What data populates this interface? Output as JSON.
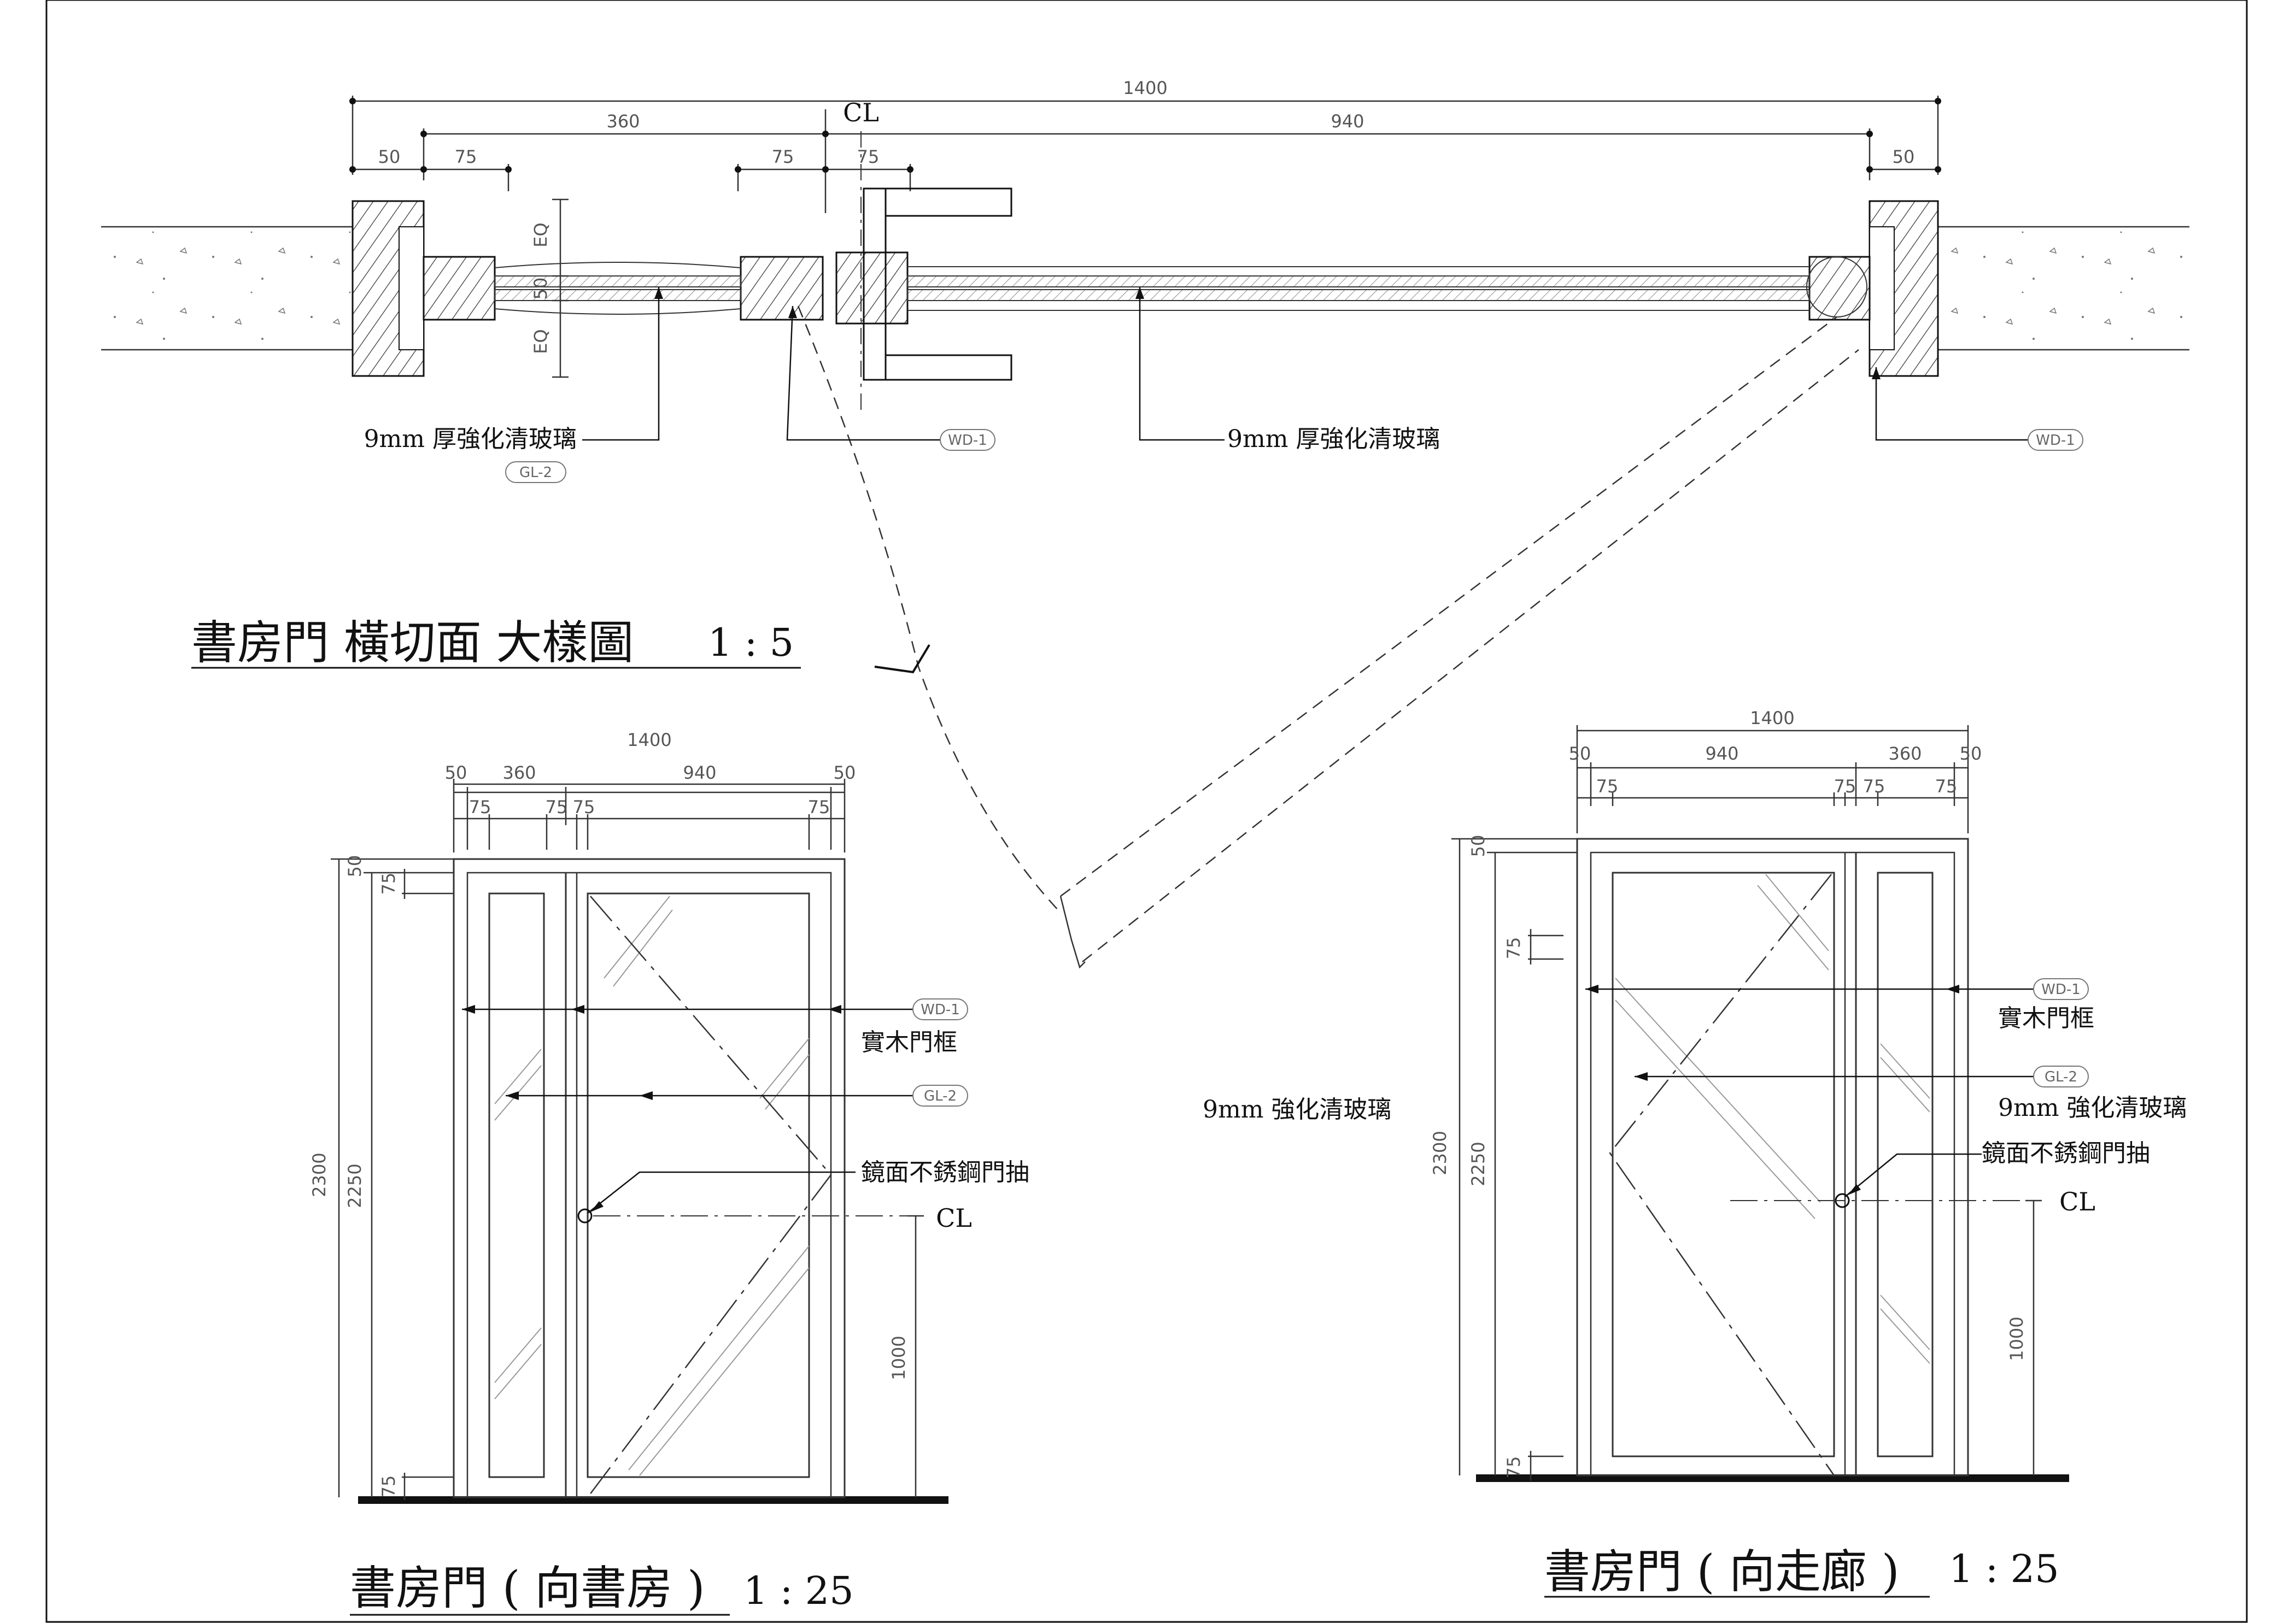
{
  "section": {
    "dims": {
      "overall": "1400",
      "left_span": "360",
      "right_span": "940",
      "left_jamb": "50",
      "left_stile": "75",
      "mid_stile_a": "75",
      "mid_stile_b": "75",
      "right_jamb": "50",
      "eq_top": "EQ",
      "eq_mid": "50",
      "eq_bottom": "EQ"
    },
    "centerline": "CL",
    "notes": {
      "glass_left": "9mm 厚強化清玻璃",
      "glass_left_tag": "GL-2",
      "wd_center_tag": "WD-1",
      "glass_right": "9mm 厚強化清玻璃",
      "wd_right_tag": "WD-1"
    },
    "title": "書房門 橫切面 大樣圖",
    "scale": "1 : 5"
  },
  "elev_left": {
    "dims": {
      "overall": "1400",
      "d50a": "50",
      "d360": "360",
      "d940": "940",
      "d50b": "50",
      "s75a": "75",
      "s75b": "75",
      "s75c": "75",
      "s75d": "75",
      "height_total": "2300",
      "height_door": "2250",
      "top50": "50",
      "top75": "75",
      "bottom75": "75",
      "handle_height": "1000"
    },
    "labels": {
      "wd_tag": "WD-1",
      "frame": "實木門框",
      "gl_tag": "GL-2",
      "handle": "鏡面不銹鋼門抽",
      "centerline": "CL"
    },
    "title": "書房門 ( 向書房 )",
    "scale": "1 : 25"
  },
  "elev_right": {
    "dims": {
      "overall": "1400",
      "d50a": "50",
      "d940": "940",
      "d360": "360",
      "d50b": "50",
      "s75a": "75",
      "s75b": "75",
      "s75c": "75",
      "s75d": "75",
      "height_total": "2300",
      "height_door": "2250",
      "top50": "50",
      "mid75": "75",
      "bottom75": "75",
      "handle_height": "1000"
    },
    "labels": {
      "wd_tag": "WD-1",
      "frame": "實木門框",
      "gl_tag": "GL-2",
      "glass": "9mm 強化清玻璃",
      "handle": "鏡面不銹鋼門抽",
      "centerline": "CL"
    },
    "title": "書房門 ( 向走廊 )",
    "scale": "1 : 25"
  },
  "free_note": "9mm 強化清玻璃"
}
